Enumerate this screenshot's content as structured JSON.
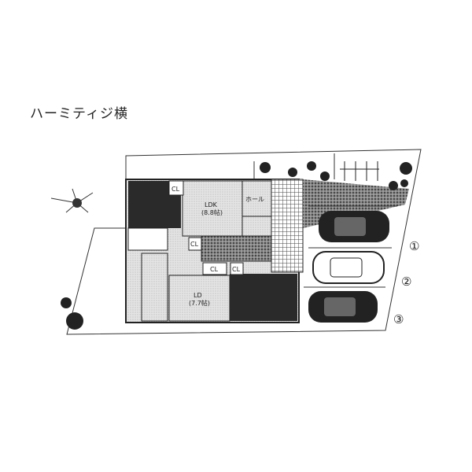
{
  "title": "ハーミティジ横",
  "rooms": {
    "ldk": {
      "name": "LDK",
      "size": "(8.8帖)"
    },
    "hall": {
      "name": "ホール"
    },
    "ld": {
      "name": "LD",
      "size": "(7.7帖)"
    },
    "closet": "CL"
  },
  "parking": [
    "①",
    "②",
    "③"
  ],
  "colors": {
    "line": "#222222",
    "floor": "#d8d8d8",
    "dark": "#2a2a2a"
  }
}
